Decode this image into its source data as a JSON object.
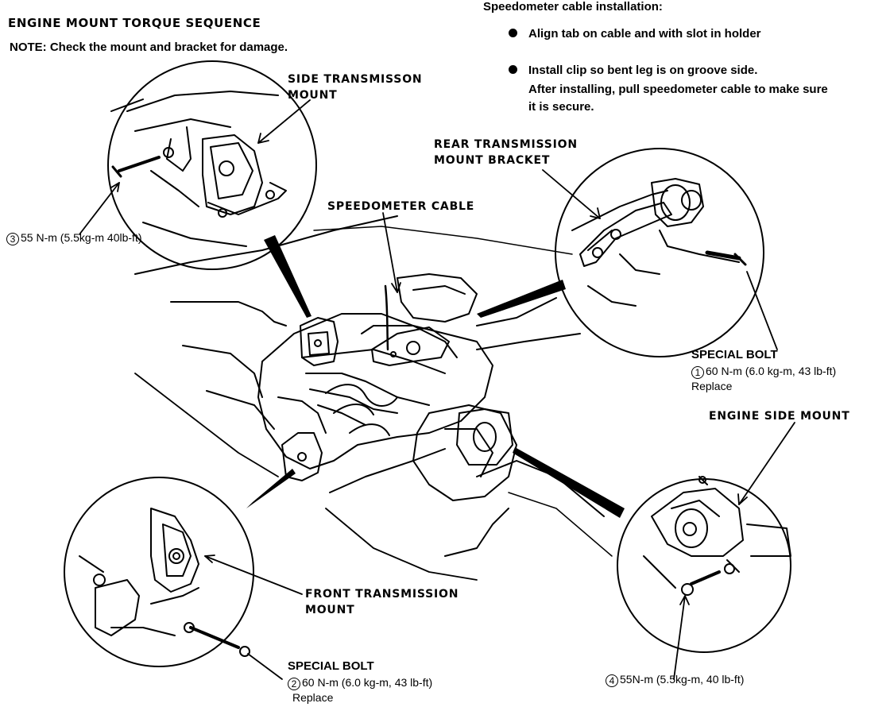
{
  "title": "ENGINE MOUNT TORQUE SEQUENCE",
  "note": "NOTE: Check the mount and bracket for damage.",
  "speedometer_installation": {
    "heading": "Speedometer cable installation:",
    "steps": [
      "Align tab on cable and with slot in holder",
      "Install clip so bent leg is on groove side."
    ],
    "step2_continuation": [
      "After installing, pull speedometer cable to make sure",
      "it is secure."
    ]
  },
  "labels": {
    "side_transmission_mount": [
      "SIDE TRANSMISSON",
      "MOUNT"
    ],
    "rear_transmission_mount_bracket": [
      "REAR TRANSMISSION",
      "MOUNT BRACKET"
    ],
    "speedometer_cable": "SPEEDOMETER CABLE",
    "front_transmission_mount": [
      "FRONT TRANSMISSION",
      "MOUNT"
    ],
    "engine_side_mount": "ENGINE SIDE MOUNT"
  },
  "torque_specs": {
    "side": {
      "step": "3",
      "value": "55 N-m (5.5kg-m 40lb-ft)"
    },
    "rear": {
      "heading": "SPECIAL BOLT",
      "step": "1",
      "value": "60 N-m (6.0 kg-m, 43 lb-ft)",
      "note": "Replace"
    },
    "front": {
      "heading": "SPECIAL BOLT",
      "step": "2",
      "value": "60 N-m (6.0 kg-m, 43 lb-ft)",
      "note": "Replace"
    },
    "engine_side": {
      "step": "4",
      "value": "55N-m (5.5kg-m, 40 lb-ft)"
    }
  }
}
